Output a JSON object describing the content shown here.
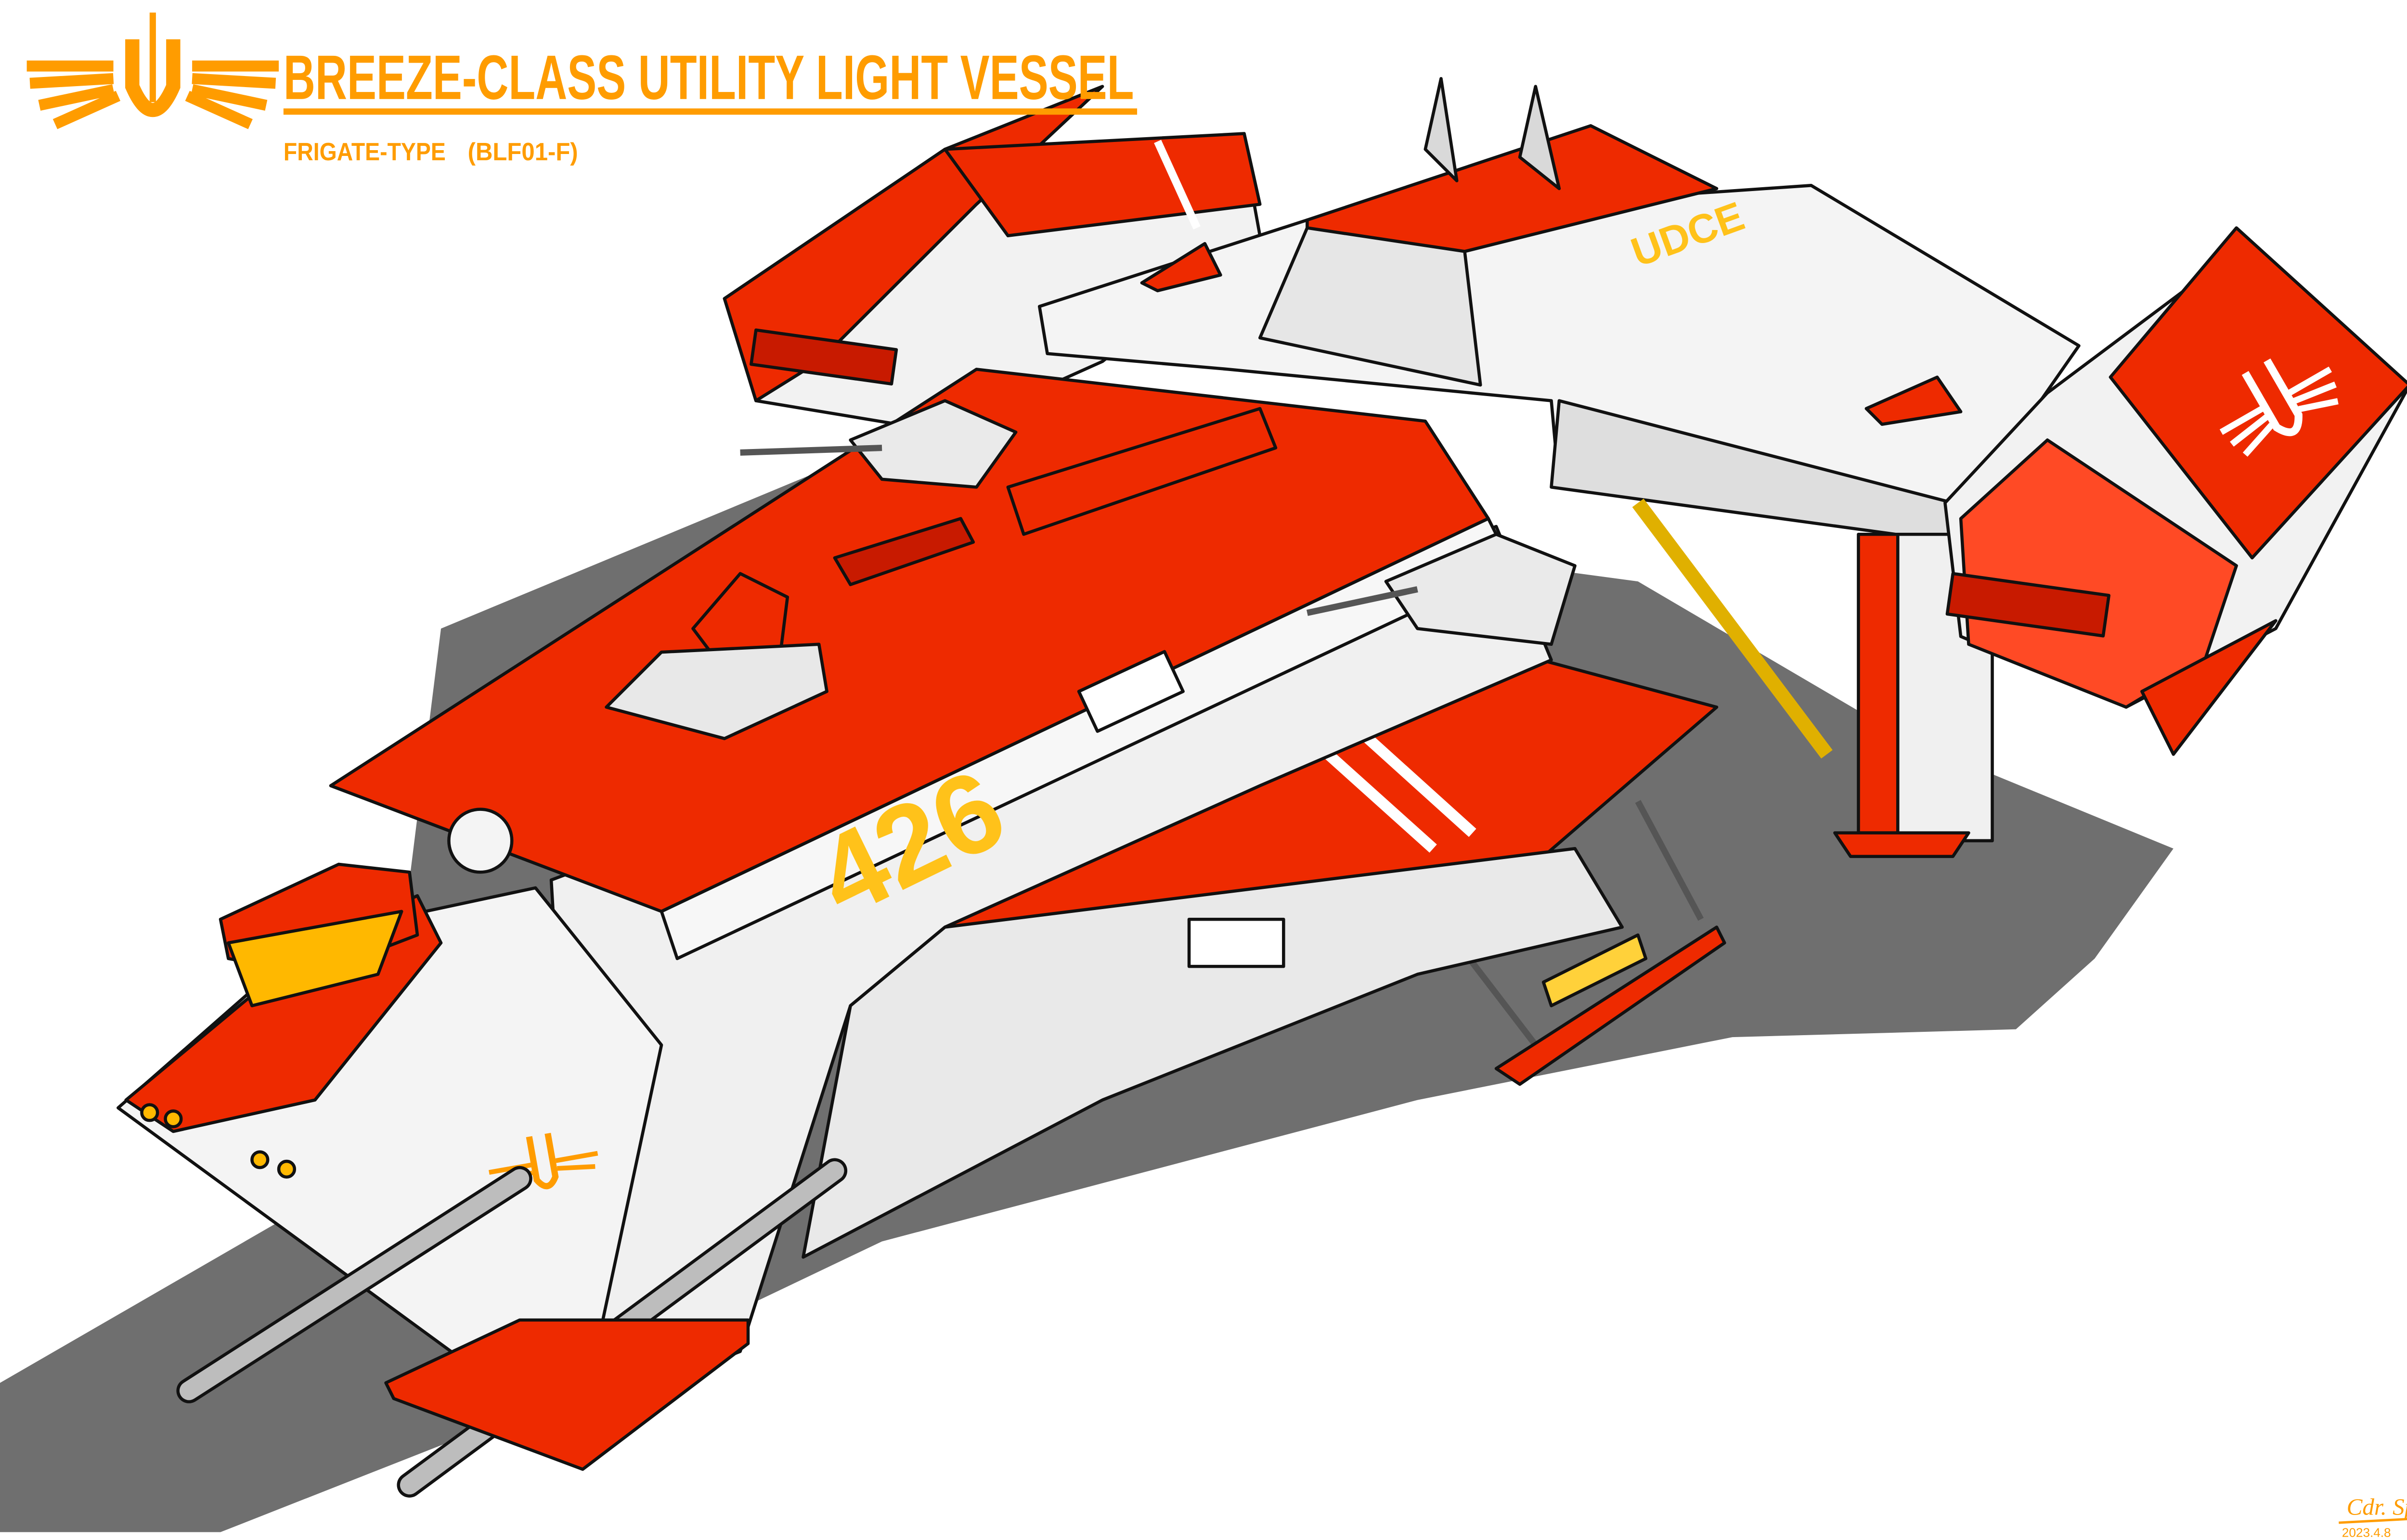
{
  "header": {
    "title": "BREEZE-CLASS UTILITY LIGHT VESSEL",
    "subtitle": "FRIGATE-TYPE",
    "designation": "(BLF01-F)",
    "emblem": "winged-w-emblem"
  },
  "ship": {
    "hull_number": "426",
    "wing_marking": "UDCE"
  },
  "signature": {
    "name": "Cdr. Sparks",
    "date": "2023.4.8"
  },
  "colors": {
    "accent_orange": "#ff9c00",
    "hull_red": "#ee2a00",
    "hull_white": "#f4f4f4",
    "shadow": "#6f6f6f",
    "marking_yellow": "#ffc21a"
  }
}
